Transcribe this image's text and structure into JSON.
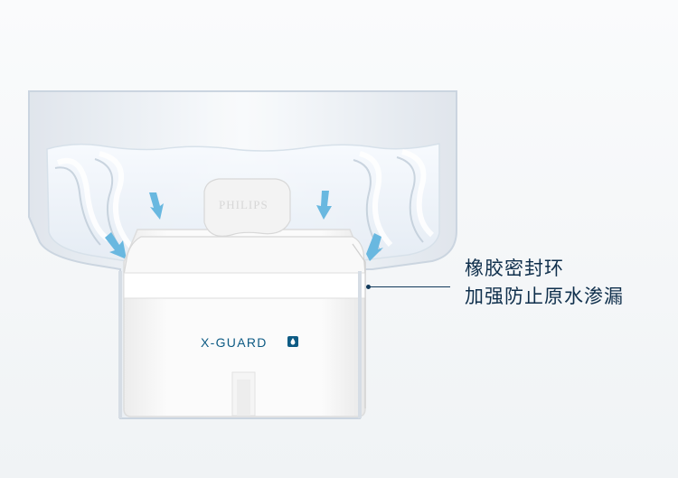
{
  "image": {
    "logo_text": "PHILIPS",
    "product_label": "X-GUARD",
    "callout_lines": [
      "橡胶密封环",
      "加强防止原水渗漏"
    ],
    "colors": {
      "background": "#f6f7f8",
      "text": "#0f2f4c",
      "accent_blue": "#69b8e0",
      "label": "#0e5b84",
      "water_lines": "#ef4f66"
    },
    "icons": {
      "flow_arrows": "arrow-down-icon",
      "drop": "water-drop-icon"
    }
  }
}
